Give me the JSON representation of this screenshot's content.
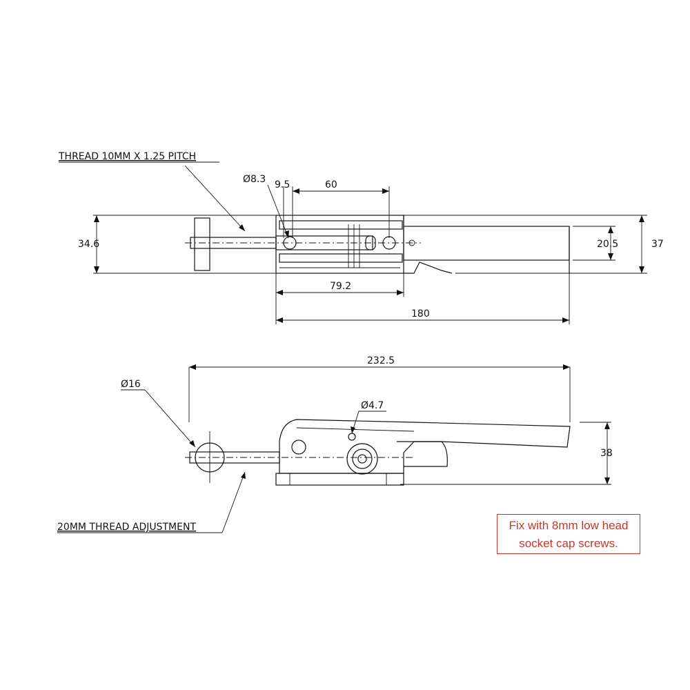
{
  "labels": {
    "thread_pitch": "THREAD 10MM X 1.25 PITCH",
    "thread_adjust": "20MM THREAD ADJUSTMENT"
  },
  "dimensions": {
    "d_8_3": "Ø8.3",
    "d_9_5": "9.5",
    "d_60": "60",
    "d_34_6": "34.6",
    "d_20_5": "20.5",
    "d_37": "37",
    "d_79_2": "79.2",
    "d_180": "180",
    "d_232_5": "232.5",
    "d_16": "Ø16",
    "d_4_7": "Ø4.7",
    "d_38": "38"
  },
  "note": {
    "line1": "Fix with 8mm low head",
    "line2": "socket cap screws.",
    "color": "#c0392b"
  }
}
